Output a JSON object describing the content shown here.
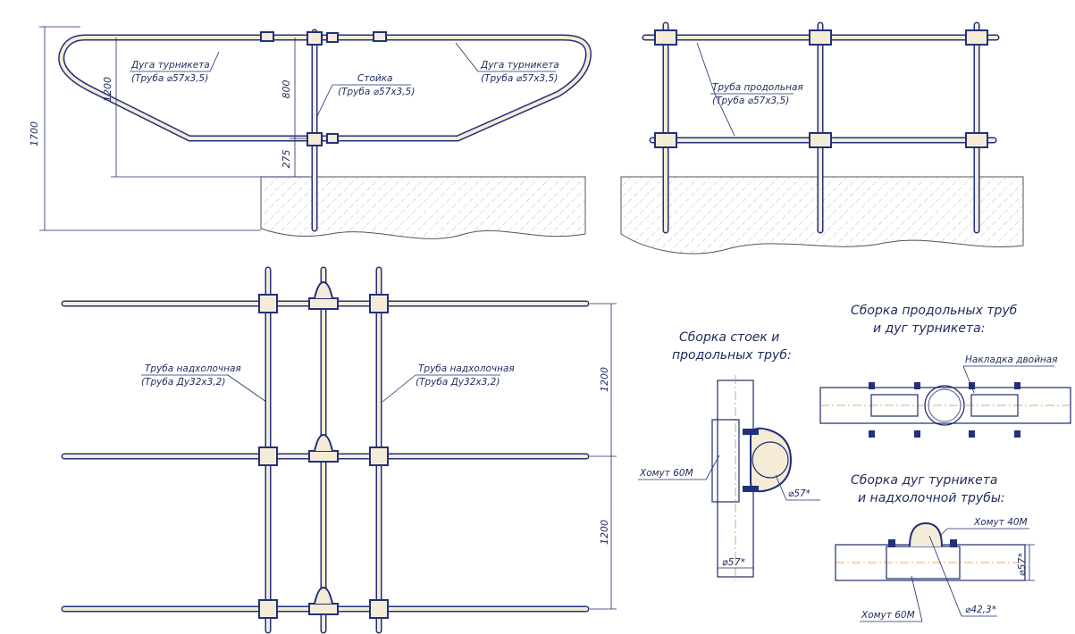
{
  "colors": {
    "line": "#23307a",
    "pipe_fill": "#f4ecd7",
    "axis": "#d7923a",
    "hatch": "#9a9a9a"
  },
  "front_view": {
    "dim_total": "1700",
    "dim_arc_height": "1200",
    "dim_upper_span": "800",
    "dim_lower_span": "275",
    "arc_left": {
      "line1": "Дуга турникета",
      "line2": "(Труба ⌀57х3,5)"
    },
    "arc_right": {
      "line1": "Дуга турникета",
      "line2": "(Труба ⌀57х3,5)"
    },
    "post": {
      "line1": "Стойка",
      "line2": "(Труба ⌀57х3,5)"
    }
  },
  "side_view": {
    "longitudinal": {
      "line1": "Труба продольная",
      "line2": "(Труба ⌀57х3,5)"
    }
  },
  "plan_view": {
    "pipe_left": {
      "line1": "Труба надхолочная",
      "line2": "(Труба Ду32х3,2)"
    },
    "pipe_right": {
      "line1": "Труба надхолочная",
      "line2": "(Труба Ду32х3,2)"
    },
    "dim_top": "1200",
    "dim_bottom": "1200"
  },
  "detail_posts": {
    "title_line1": "Сборка стоек и",
    "title_line2": "продольных труб:",
    "clamp_label": "Хомут 60М",
    "diameter": "⌀57*",
    "pipe_dim": "⌀57*"
  },
  "detail_longitudinal": {
    "title_line1": "Сборка продольных труб",
    "title_line2": "и дуг турникета:",
    "plate_label": "Накладка двойная"
  },
  "detail_arcs": {
    "title_line1": "Сборка дуг турникета",
    "title_line2": "и надхолочной трубы:",
    "clamp40_label": "Хомут 40М",
    "clamp60_label": "Хомут 60М",
    "pipe_dim": "⌀57*",
    "diameter": "⌀42,3*"
  }
}
